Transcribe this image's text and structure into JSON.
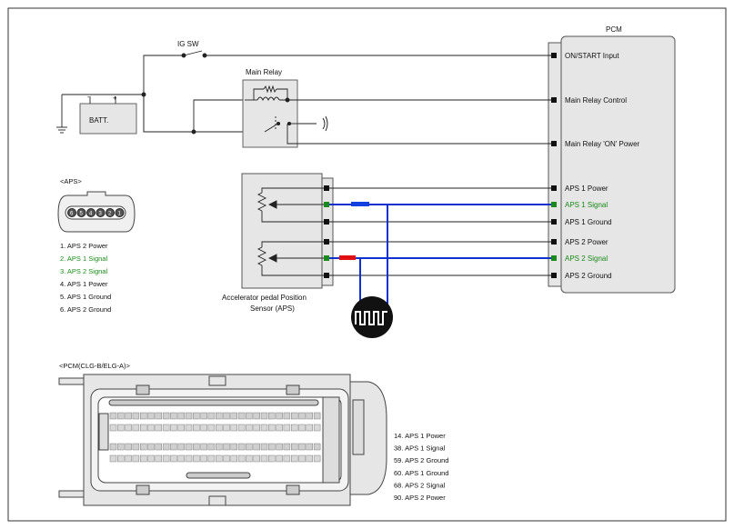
{
  "pcm": {
    "title": "PCM",
    "pins": [
      {
        "label": "ON/START Input",
        "color": "#111111"
      },
      {
        "label": "Main Relay Control",
        "color": "#111111"
      },
      {
        "label": "Main Relay 'ON' Power",
        "color": "#111111"
      },
      {
        "label": "APS 1 Power",
        "color": "#111111"
      },
      {
        "label": "APS 1 Signal",
        "color": "#1a8a1a"
      },
      {
        "label": "APS 1 Ground",
        "color": "#111111"
      },
      {
        "label": "APS 2 Power",
        "color": "#111111"
      },
      {
        "label": "APS 2 Signal",
        "color": "#1a8a1a"
      },
      {
        "label": "APS 2 Ground",
        "color": "#111111"
      }
    ]
  },
  "power": {
    "ig_sw": "IG SW",
    "batt": "BATT.",
    "main_relay": "Main Relay"
  },
  "aps_sensor": {
    "line1": "Accelerator pedal Position",
    "line2": "Sensor (APS)"
  },
  "aps_connector": {
    "title": "<APS>",
    "pins": [
      "6",
      "5",
      "4",
      "3",
      "2",
      "1"
    ],
    "legend": [
      {
        "text": "1.   APS 2 Power",
        "color": "#111111"
      },
      {
        "text": "2. APS 1 Signal",
        "color": "#1a8a1a"
      },
      {
        "text": "3. APS 2 Signal",
        "color": "#1a8a1a"
      },
      {
        "text": "4. APS 1 Power",
        "color": "#111111"
      },
      {
        "text": "5. APS 1 Ground",
        "color": "#111111"
      },
      {
        "text": "6. APS 2 Ground",
        "color": "#111111"
      }
    ]
  },
  "pcm_connector": {
    "title": "<PCM(CLG-B/ELG-A)>",
    "legend": [
      "14. APS 1 Power",
      "38. APS 1 Signal",
      "59. APS 2 Ground",
      "60. APS 1 Ground",
      "68. APS 2 Signal",
      "90. APS 2 Power"
    ]
  },
  "colors": {
    "wire": "#222222",
    "signal_wire": "#1030d0",
    "aps1_marker": "#1040e0",
    "aps2_marker": "#e01010",
    "signal_pin": "#1a8a1a"
  },
  "icons": {
    "ground": "ground-icon",
    "scope": "oscilloscope-waveform-icon"
  }
}
